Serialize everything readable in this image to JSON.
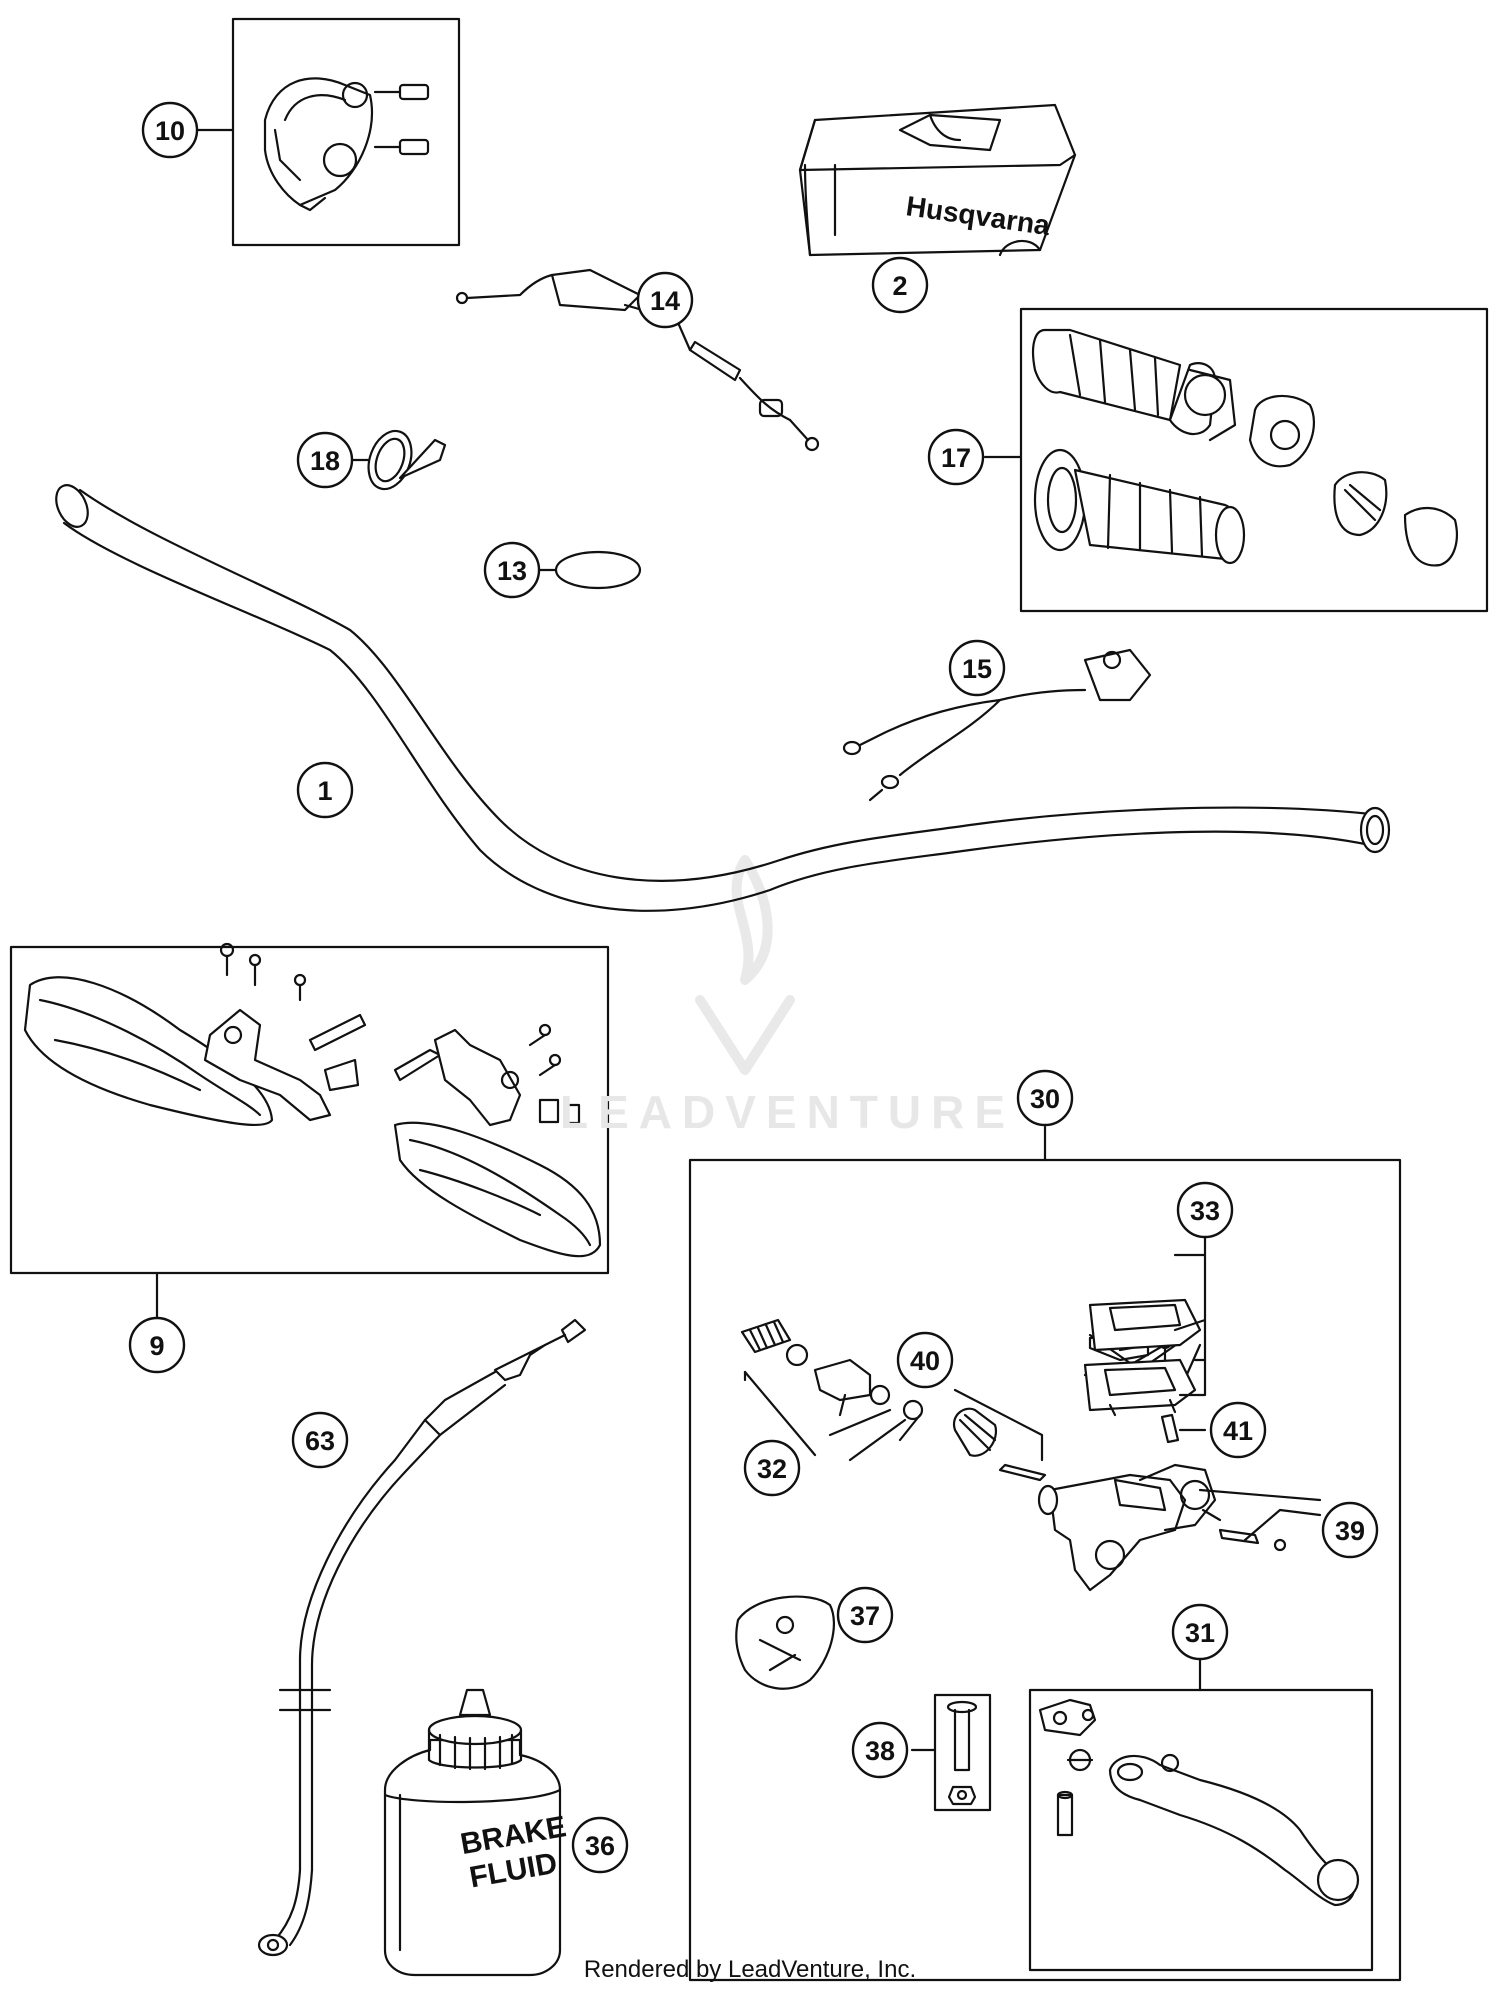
{
  "diagram": {
    "callouts": [
      "1",
      "2",
      "9",
      "10",
      "13",
      "14",
      "15",
      "17",
      "18",
      "30",
      "31",
      "32",
      "33",
      "36",
      "37",
      "38",
      "39",
      "40",
      "41",
      "63"
    ],
    "text": {
      "brand_on_pad": "Husqvarna",
      "can_label_line1": "BRAKE",
      "can_label_line2": "FLUID"
    }
  },
  "watermark": {
    "text": "LEADVENTURE"
  },
  "footer": {
    "credit": "Rendered by LeadVenture, Inc."
  }
}
